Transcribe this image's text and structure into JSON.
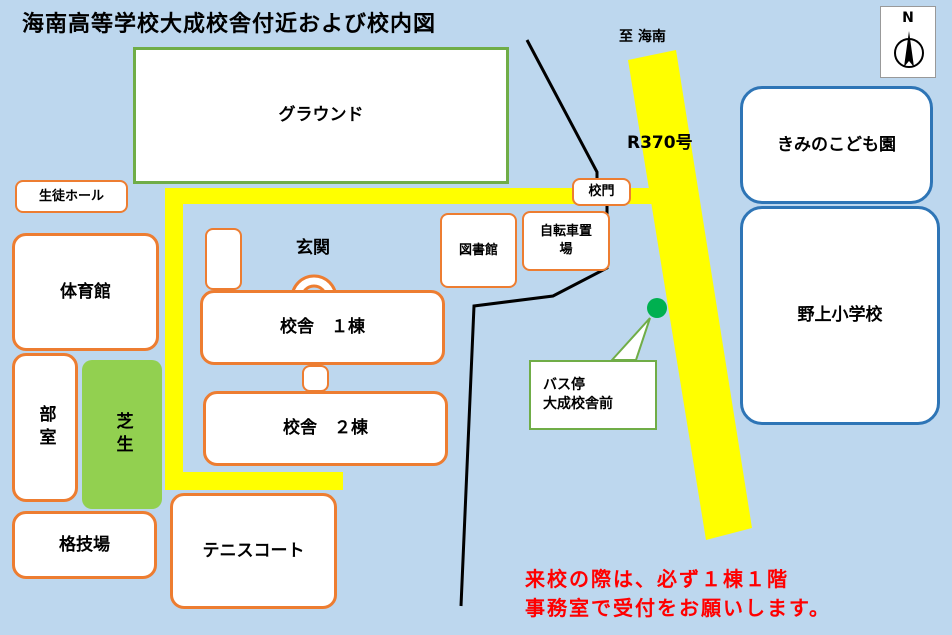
{
  "title": "海南高等学校大成校舎付近および校内図",
  "compass": {
    "letter": "N"
  },
  "road": {
    "to_label": "至 海南",
    "route_label": "R370号"
  },
  "buildings": {
    "ground": "グラウンド",
    "student_hall": "生徒ホール",
    "gym": "体育館",
    "club_room": "部室",
    "lawn": "芝生",
    "martial_arts": "格技場",
    "tennis_court": "テニスコート",
    "entrance": "玄関",
    "building1": "校舎　１棟",
    "building2": "校舎　２棟",
    "library": "図書館",
    "bike_parking": "自転車置場",
    "school_gate": "校門",
    "kindergarten": "きみのこども園",
    "elementary": "野上小学校"
  },
  "bus_stop": {
    "line1": "バス停",
    "line2": "大成校舎前"
  },
  "notice": {
    "line1": "来校の際は、必ず１棟１階",
    "line2": "事務室で受付をお願いします。"
  },
  "colors": {
    "water": "#bdd7ee",
    "road": "#ffff00",
    "school_outline": "#ed7d31",
    "neighbor_outline": "#2e75b6",
    "ground_outline": "#70ad47",
    "lawn": "#92d050",
    "bus_stop_marker": "#00b050",
    "notice_text": "#ff0000"
  },
  "icons": [
    "compass-rose-icon",
    "bus-stop-marker-icon",
    "entrance-arch-icon"
  ]
}
